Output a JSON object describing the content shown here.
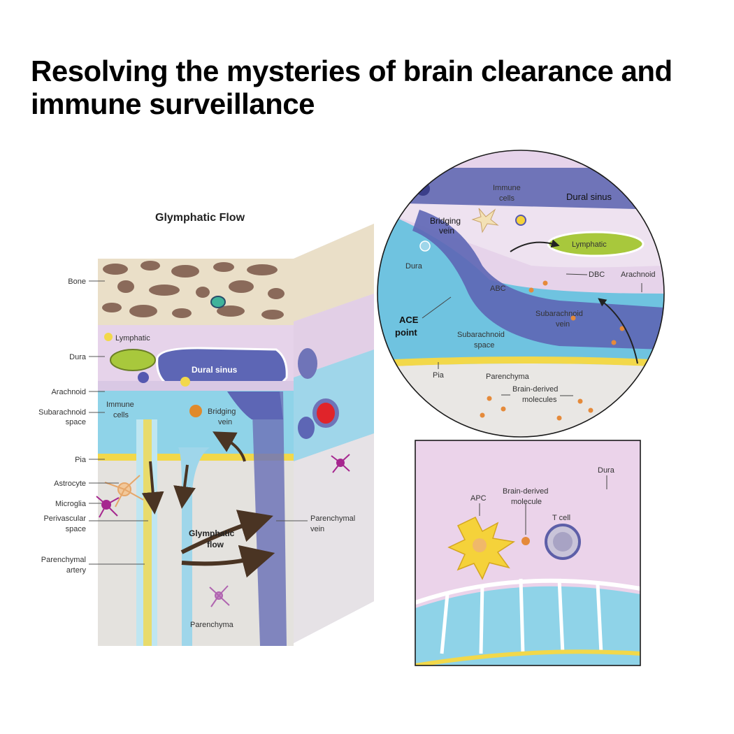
{
  "title": "Resolving the mysteries of brain clearance and immune surveillance",
  "left_panel": {
    "heading": "Glymphatic Flow",
    "side_labels": {
      "bone": "Bone",
      "dura": "Dura",
      "arachnoid": "Arachnoid",
      "subarachnoid_1": "Subarachnoid",
      "subarachnoid_2": "space",
      "pia": "Pia",
      "astrocyte": "Astrocyte",
      "microglia": "Microglia",
      "perivascular_1": "Perivascular",
      "perivascular_2": "space",
      "parenchymal_artery_1": "Parenchymal",
      "parenchymal_artery_2": "artery"
    },
    "inner_labels": {
      "lymphatic": "Lymphatic",
      "dural_sinus": "Dural sinus",
      "immune_cells_1": "Immune",
      "immune_cells_2": "cells",
      "bridging_vein_1": "Bridging",
      "bridging_vein_2": "vein",
      "glymphatic_flow_1": "Glymphatic",
      "glymphatic_flow_2": "flow",
      "parenchyma": "Parenchyma",
      "parenchymal_vein_1": "Parenchymal",
      "parenchymal_vein_2": "vein"
    }
  },
  "circle_panel": {
    "labels": {
      "immune_cells_1": "Immune",
      "immune_cells_2": "cells",
      "dural_sinus": "Dural sinus",
      "bridging_vein_1": "Bridging",
      "bridging_vein_2": "vein",
      "lymphatic": "Lymphatic",
      "dura": "Dura",
      "dbc": "DBC",
      "arachnoid": "Arachnoid",
      "abc": "ABC",
      "subarachnoid_vein_1": "Subarachnoid",
      "subarachnoid_vein_2": "vein",
      "ace_1": "ACE",
      "ace_2": "point",
      "subarachnoid_space_1": "Subarachnoid",
      "subarachnoid_space_2": "space",
      "pia": "Pia",
      "parenchyma": "Parenchyma",
      "brain_derived_1": "Brain-derived",
      "brain_derived_2": "molecules"
    }
  },
  "box_panel": {
    "labels": {
      "dura": "Dura",
      "apc": "APC",
      "molecule_1": "Brain-derived",
      "molecule_2": "molecule",
      "t_cell": "T cell"
    }
  },
  "colors": {
    "bone": "#eadfc8",
    "bone_spot": "#8a6a5a",
    "dura": "#e6d3ea",
    "sinus": "#6f74b8",
    "subarachnoid": "#8fd3e8",
    "parenchyma": "#e4e2de",
    "vessel_yellow": "#f2d84a",
    "arrow": "#4a3423",
    "apc": "#f5d23a"
  }
}
